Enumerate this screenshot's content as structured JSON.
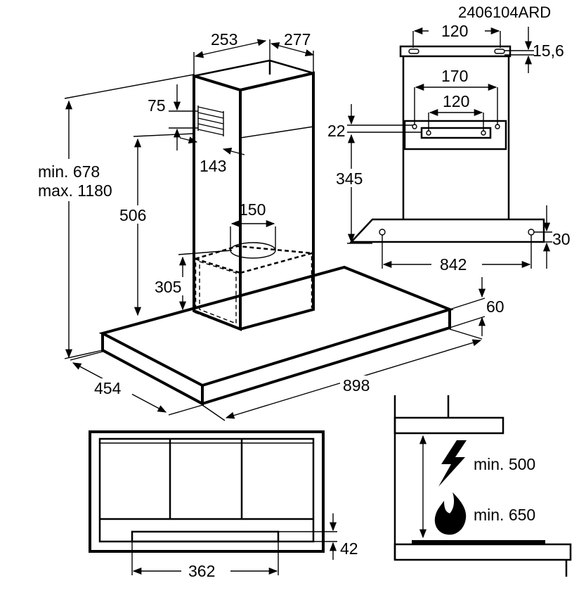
{
  "reference": "2406104ARD",
  "top_view": {
    "width_253": "253",
    "depth_277": "277",
    "vent_75": "75",
    "vent_143": "143",
    "height_min": "min. 678",
    "height_max": "max. 1180",
    "height_506": "506",
    "outlet_150": "150",
    "height_305": "305",
    "thickness_60": "60",
    "depth_454": "454",
    "width_898": "898"
  },
  "mount_view": {
    "top_120": "120",
    "offset_15_6": "15,6",
    "width_170": "170",
    "inner_120": "120",
    "offset_22": "22",
    "height_345": "345",
    "offset_30": "30",
    "width_842": "842"
  },
  "bottom_view": {
    "height_42": "42",
    "width_362": "362"
  },
  "clearance": {
    "electric": "min. 500",
    "gas": "min. 650",
    "electric_icon": "lightning-bolt-icon",
    "gas_icon": "flame-icon"
  }
}
